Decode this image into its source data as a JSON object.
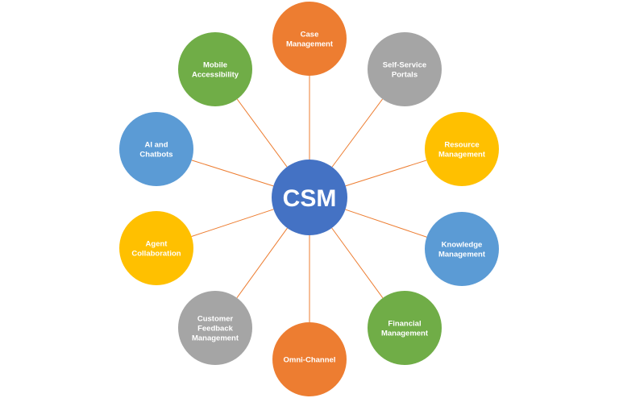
{
  "diagram": {
    "type": "hub-and-spoke",
    "connector_color": "#ED7D31",
    "hub": {
      "label": "CSM",
      "color": "#4472C4"
    },
    "nodes": [
      {
        "id": "case-management",
        "lines": [
          "Case",
          "Management"
        ],
        "color": "#ED7D31"
      },
      {
        "id": "self-service-portals",
        "lines": [
          "Self-Service",
          "Portals"
        ],
        "color": "#A5A5A5"
      },
      {
        "id": "resource-management",
        "lines": [
          "Resource",
          "Management"
        ],
        "color": "#FFC000"
      },
      {
        "id": "knowledge-management",
        "lines": [
          "Knowledge",
          "Management"
        ],
        "color": "#5B9BD5"
      },
      {
        "id": "financial-management",
        "lines": [
          "Financial",
          "Management"
        ],
        "color": "#70AD47"
      },
      {
        "id": "omni-channel",
        "lines": [
          "Omni-Channel"
        ],
        "color": "#ED7D31"
      },
      {
        "id": "customer-feedback-management",
        "lines": [
          "Customer",
          "Feedback",
          "Management"
        ],
        "color": "#A5A5A5"
      },
      {
        "id": "agent-collaboration",
        "lines": [
          "Agent",
          "Collaboration"
        ],
        "color": "#FFC000"
      },
      {
        "id": "ai-and-chatbots",
        "lines": [
          "AI and",
          "Chatbots"
        ],
        "color": "#5B9BD5"
      },
      {
        "id": "mobile-accessibility",
        "lines": [
          "Mobile",
          "Accessibility"
        ],
        "color": "#70AD47"
      }
    ]
  }
}
